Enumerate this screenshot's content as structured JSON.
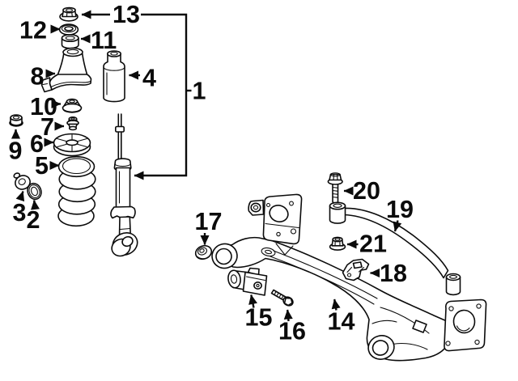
{
  "diagram": {
    "background_color": "#ffffff",
    "line_color": "#0b0b0b",
    "callouts": {
      "c1": "1",
      "c2": "2",
      "c3": "3",
      "c4": "4",
      "c5": "5",
      "c6": "6",
      "c7": "7",
      "c8": "8",
      "c9": "9",
      "c10": "10",
      "c11": "11",
      "c12": "12",
      "c13": "13",
      "c14": "14",
      "c15": "15",
      "c16": "16",
      "c17": "17",
      "c18": "18",
      "c19": "19",
      "c20": "20",
      "c21": "21"
    }
  }
}
